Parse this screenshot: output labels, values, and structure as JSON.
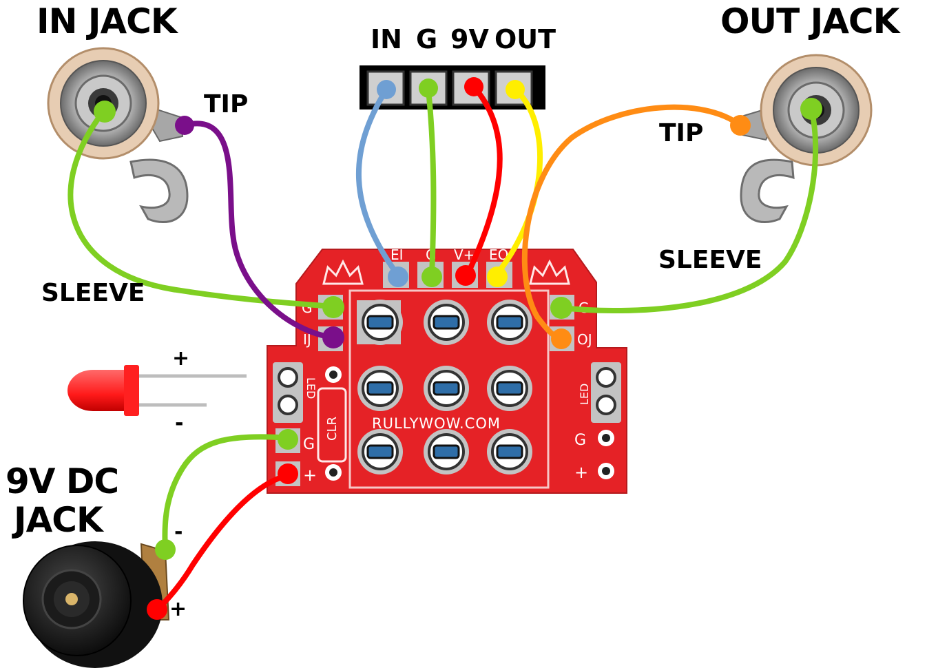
{
  "labels": {
    "in_jack": "IN JACK",
    "out_jack": "OUT JACK",
    "dc_jack_line1": "9V DC",
    "dc_jack_line2": "JACK",
    "in_tip": "TIP",
    "in_sleeve": "SLEEVE",
    "out_tip": "TIP",
    "out_sleeve": "SLEEVE",
    "led_plus": "+",
    "led_minus": "-",
    "dc_minus": "-",
    "dc_plus": "+"
  },
  "header_pins": [
    "IN",
    "G",
    "9V",
    "OUT"
  ],
  "board": {
    "website": "RULLYWOW.COM",
    "top_pads": [
      "EI",
      "G",
      "V+",
      "EO"
    ],
    "left_pads": [
      "G",
      "IJ"
    ],
    "right_pads": [
      "G",
      "OJ"
    ],
    "led_left": "LED",
    "led_right": "LED",
    "clr": "CLR",
    "power_left": [
      "G",
      "+"
    ],
    "power_right": [
      "G",
      "+"
    ]
  },
  "wire_colors": {
    "blue": "#6f9fd3",
    "green": "#7fcf22",
    "red": "#ff0000",
    "yellow": "#ffee00",
    "purple": "#7a0f8a",
    "orange": "#ff8c14"
  },
  "board_color": "#e52226"
}
